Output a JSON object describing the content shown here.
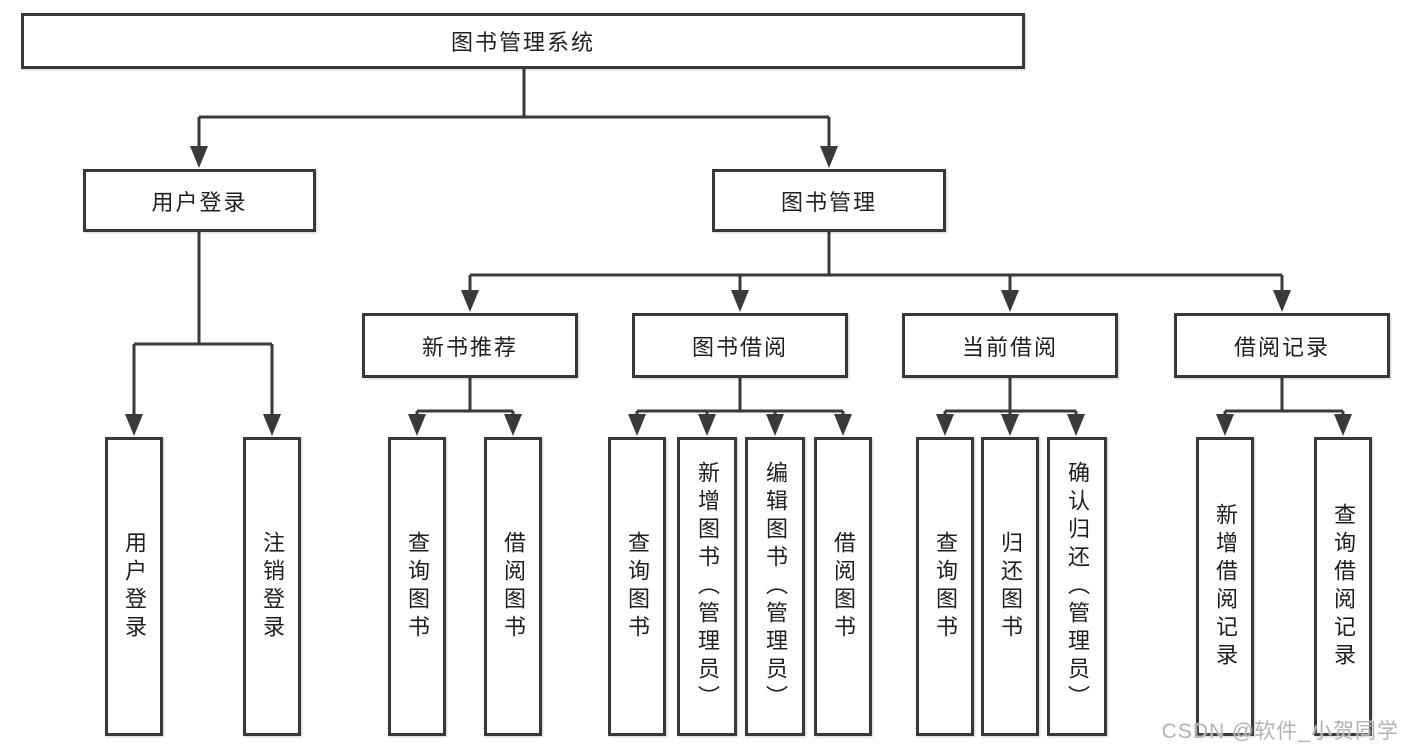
{
  "diagram_type": "hierarchy-tree",
  "tree": {
    "label": "图书管理系统",
    "children": [
      {
        "label": "用户登录",
        "children": [
          {
            "label": "用户登录"
          },
          {
            "label": "注销登录"
          }
        ]
      },
      {
        "label": "图书管理",
        "children": [
          {
            "label": "新书推荐",
            "children": [
              {
                "label": "查询图书"
              },
              {
                "label": "借阅图书"
              }
            ]
          },
          {
            "label": "图书借阅",
            "children": [
              {
                "label": "查询图书"
              },
              {
                "label": "新增图书（管理员）"
              },
              {
                "label": "编辑图书（管理员）"
              },
              {
                "label": "借阅图书"
              }
            ]
          },
          {
            "label": "当前借阅",
            "children": [
              {
                "label": "查询图书"
              },
              {
                "label": "归还图书"
              },
              {
                "label": "确认归还（管理员）"
              }
            ]
          },
          {
            "label": "借阅记录",
            "children": [
              {
                "label": "新增借阅记录"
              },
              {
                "label": "查询借阅记录"
              }
            ]
          }
        ]
      }
    ]
  },
  "watermark": {
    "text": "CSDN @软件_小贺同学"
  },
  "colors": {
    "line": "#3a3a3a",
    "box_border": "#383838",
    "text": "#1f1f1f",
    "background": "#ffffff",
    "watermark": "#b3b3b3"
  }
}
